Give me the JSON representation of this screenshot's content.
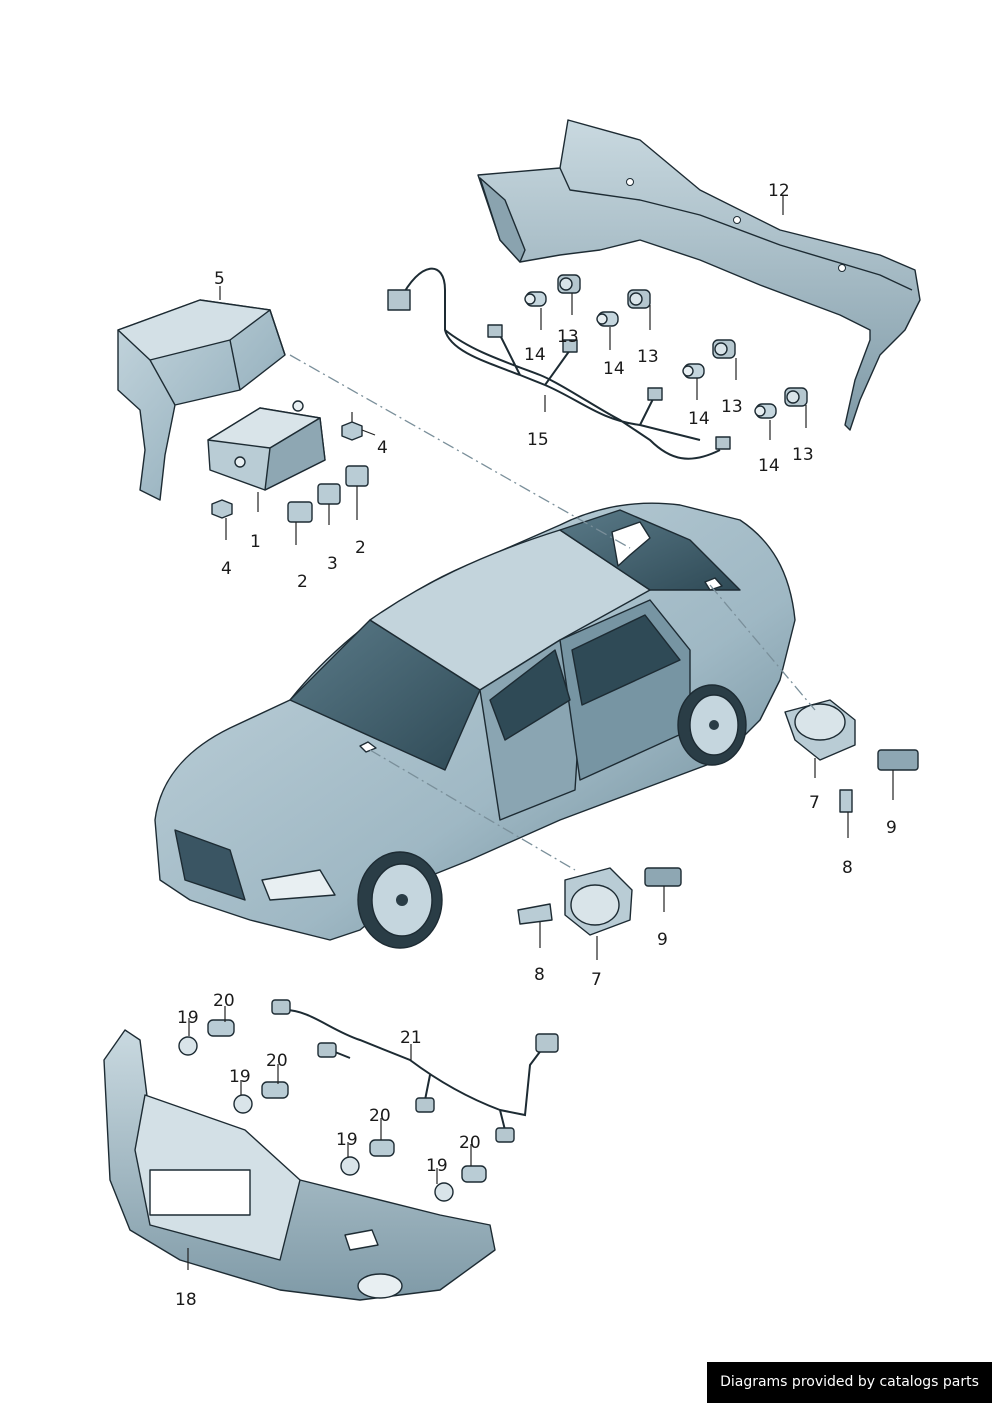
{
  "credit": "Diagrams provided by catalogs parts",
  "callouts": {
    "c1": "1",
    "c2a": "2",
    "c2b": "2",
    "c3": "3",
    "c4a": "4",
    "c4b": "4",
    "c5": "5",
    "c7a": "7",
    "c7b": "7",
    "c8a": "8",
    "c8b": "8",
    "c9a": "9",
    "c9b": "9",
    "c12": "12",
    "c13a": "13",
    "c13b": "13",
    "c13c": "13",
    "c13d": "13",
    "c14a": "14",
    "c14b": "14",
    "c14c": "14",
    "c14d": "14",
    "c15": "15",
    "c18": "18",
    "c19a": "19",
    "c19b": "19",
    "c19c": "19",
    "c19d": "19",
    "c20a": "20",
    "c20b": "20",
    "c20c": "20",
    "c20d": "20",
    "c21": "21"
  },
  "colors": {
    "body_fill": "#a3bcc8",
    "body_dark": "#4f6d7c",
    "glass": "#3e5d6a",
    "roof": "#c3d4dc",
    "line": "#1d2b33"
  }
}
